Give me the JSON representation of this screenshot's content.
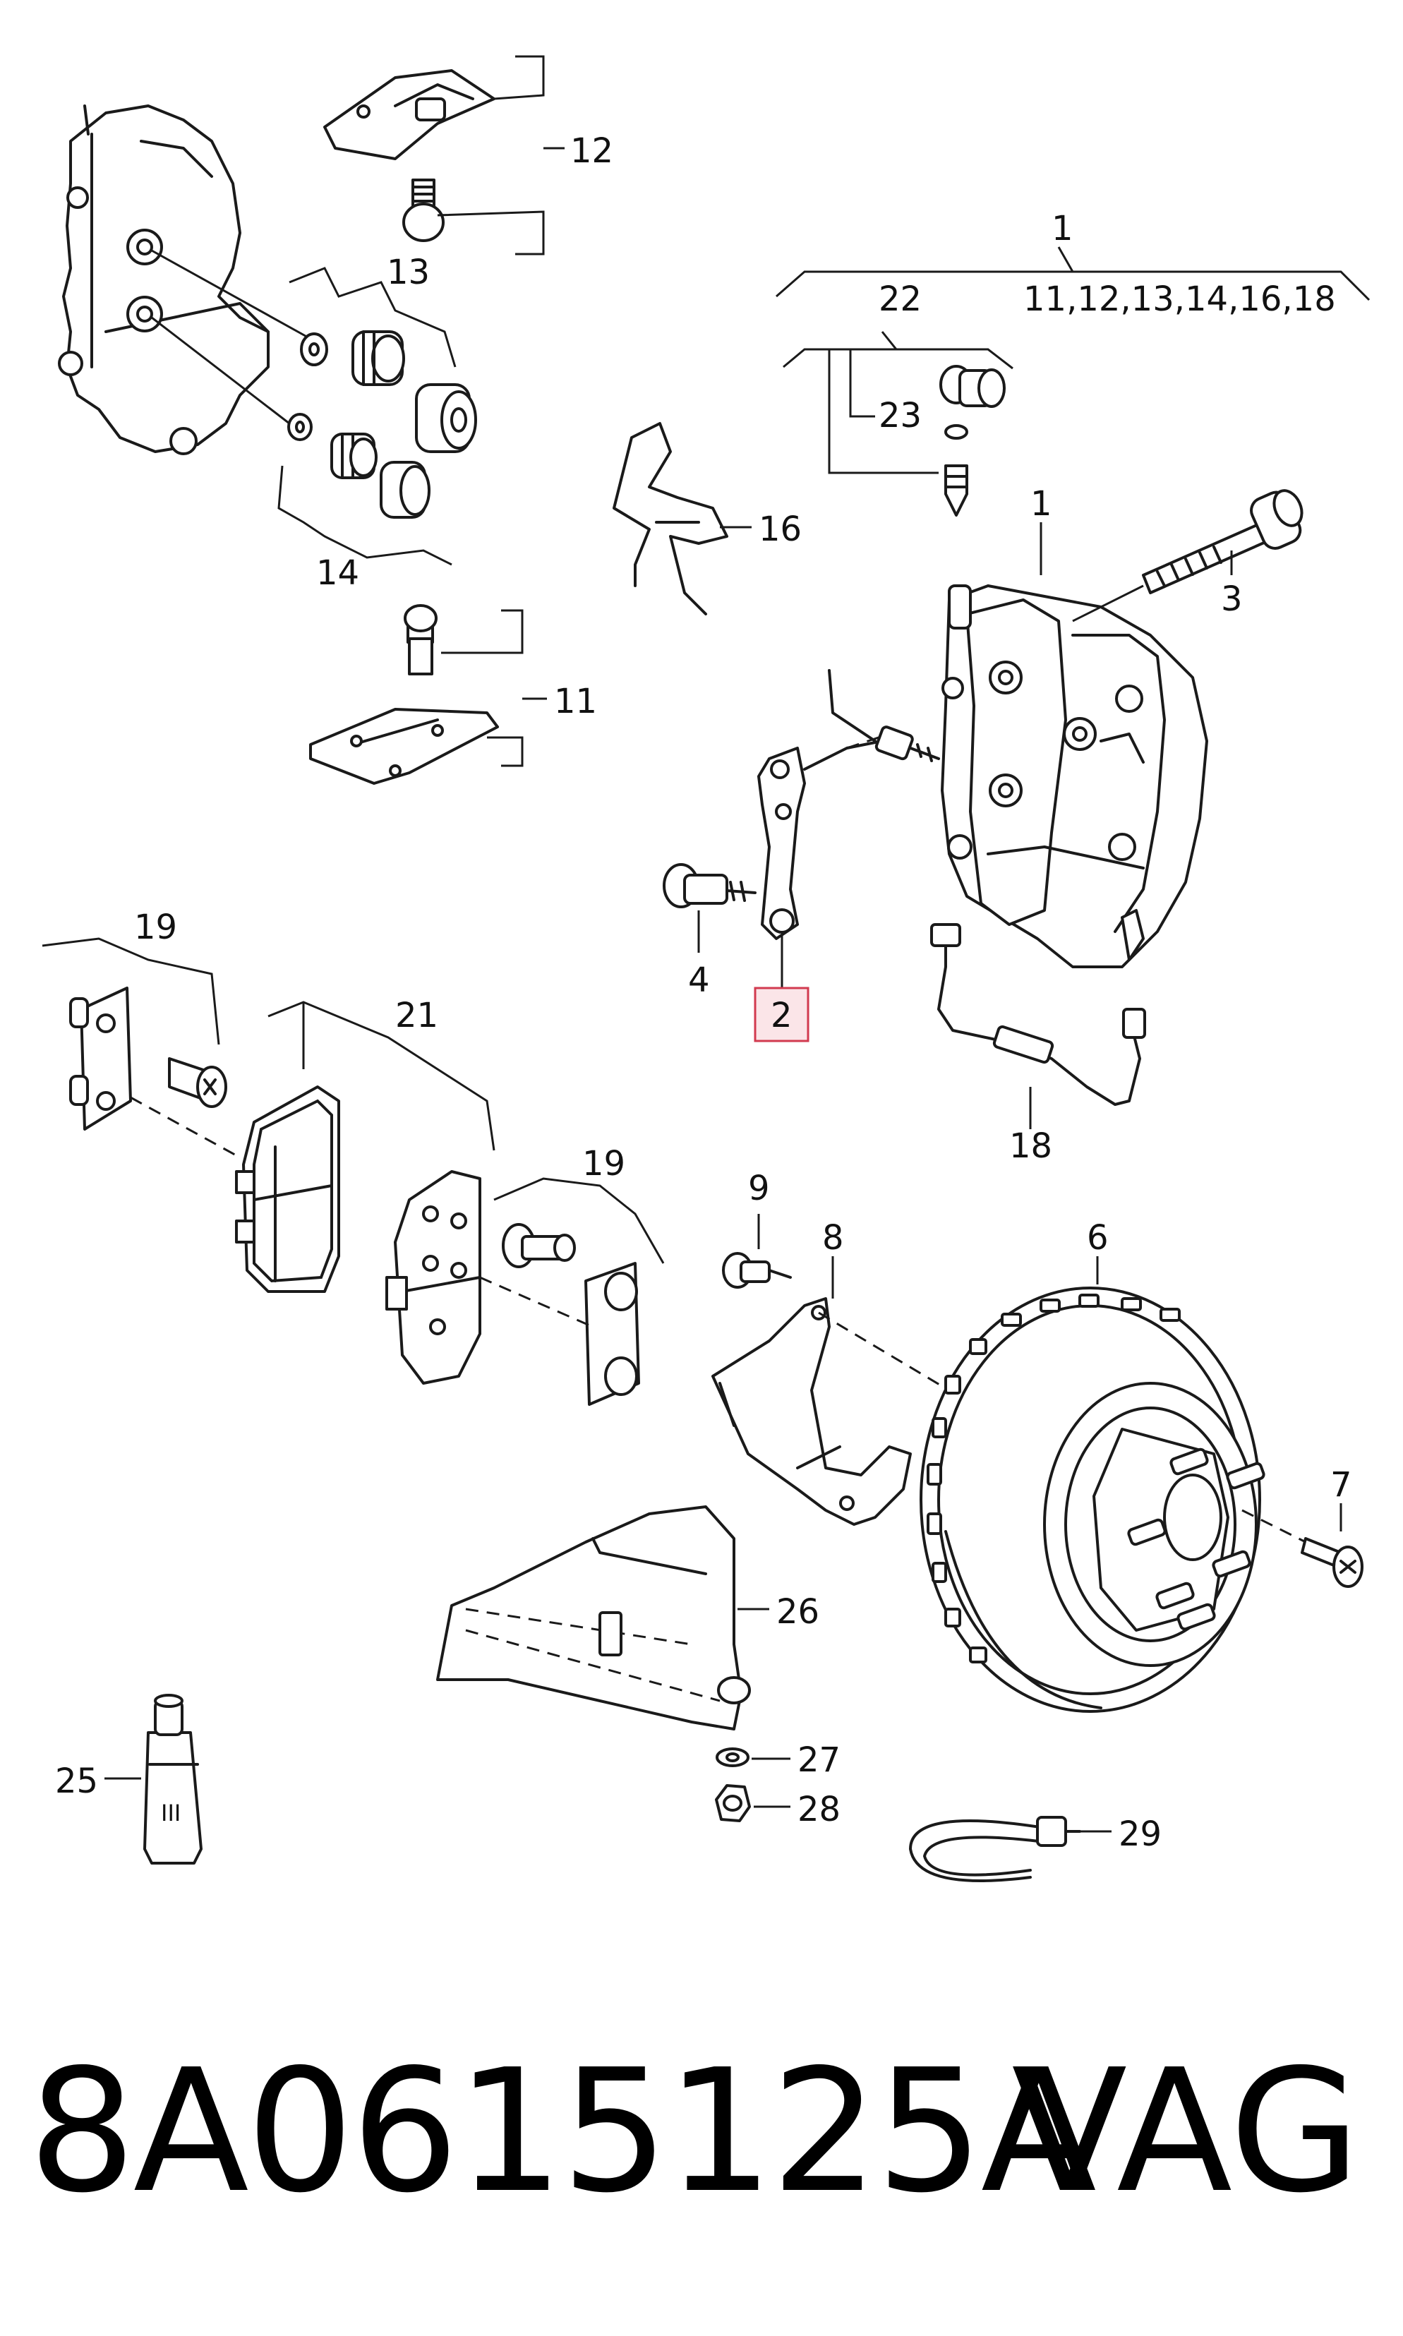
{
  "labels": {
    "p1_top": "1",
    "p1_group": "11,12,13,14,16,18",
    "p22": "22",
    "p23": "23",
    "p16": "16",
    "p1": "1",
    "p3": "3",
    "p12": "12",
    "p13": "13",
    "p14": "14",
    "p11": "11",
    "p4": "4",
    "p2": "2",
    "p18": "18",
    "p19a": "19",
    "p21": "21",
    "p19b": "19",
    "p9": "9",
    "p8": "8",
    "p6": "6",
    "p7": "7",
    "p26": "26",
    "p27": "27",
    "p28": "28",
    "p25": "25",
    "p29": "29"
  },
  "tube_text": "III",
  "footer": {
    "part_number": "8A0615125A",
    "brand": "VAG"
  },
  "colors": {
    "line": "#1a1a1a",
    "highlight_fill": "#fbe5e8",
    "highlight_stroke": "#d23a4f"
  }
}
